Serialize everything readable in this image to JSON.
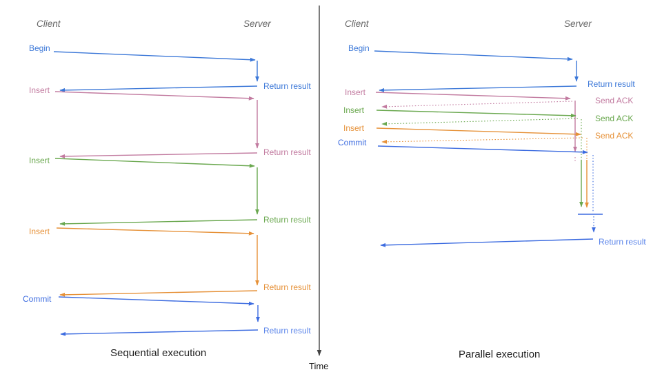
{
  "colors": {
    "blue": "#3c78d8",
    "pink": "#c27ba0",
    "green": "#6aa84f",
    "orange": "#e69138",
    "royal": "#3d6ce0",
    "lightblue": "#5b85ea",
    "axis": "#444444",
    "header": "#666666",
    "title": "#212121"
  },
  "left": {
    "title": "Sequential execution",
    "client_header": "Client",
    "server_header": "Server",
    "rows": [
      {
        "label": "Begin",
        "result": "Return result"
      },
      {
        "label": "Insert",
        "result": "Return result"
      },
      {
        "label": "Insert",
        "result": "Return result"
      },
      {
        "label": "Insert",
        "result": "Return result"
      },
      {
        "label": "Commit",
        "result": "Return result"
      }
    ]
  },
  "right": {
    "title": "Parallel execution",
    "client_header": "Client",
    "server_header": "Server",
    "rows": [
      {
        "label": "Begin",
        "result": "Return result"
      },
      {
        "label": "Insert",
        "result": "Send ACK"
      },
      {
        "label": "Insert",
        "result": "Send ACK"
      },
      {
        "label": "Insert",
        "result": "Send ACK"
      },
      {
        "label": "Commit",
        "result": "Return result"
      }
    ]
  },
  "time_axis": {
    "label": "Time"
  }
}
